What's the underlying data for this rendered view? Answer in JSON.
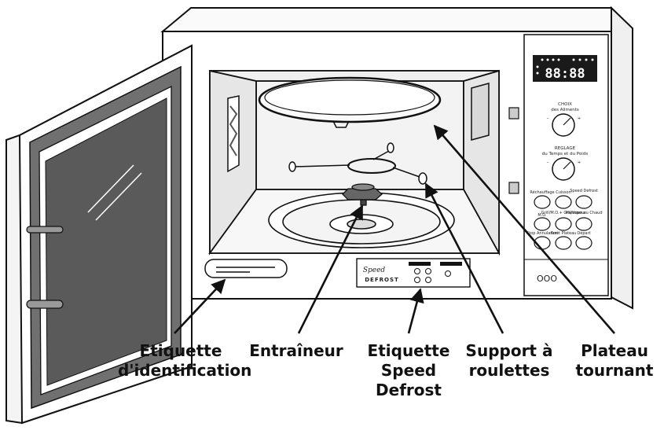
{
  "labels": {
    "etiquette_identification": [
      "Etiquette",
      "d'identification"
    ],
    "entraineur": [
      "Entraîneur"
    ],
    "etiquette_speed_defrost": [
      "Etiquette",
      "Speed",
      "Defrost"
    ],
    "support_roulettes": [
      "Support à",
      "roulettes"
    ],
    "plateau_tournant": [
      "Plateau",
      "tournant"
    ]
  },
  "panel": {
    "knob1_label": [
      "CHOIX",
      "des Aliments"
    ],
    "knob2_label": [
      "REGLAGE",
      "du Temps et du Poids"
    ],
    "buttons": [
      "Réchauffage",
      "Cuisson",
      "Speed Defrost",
      "M.O.",
      "Grill/M.O.+ Gril/Vapeur",
      "Maintien au Chaud",
      "Stop Annulation",
      "Arrêt Plateau",
      "Départ"
    ],
    "display": "88:88",
    "status_leds": "OOO"
  },
  "sticker": {
    "logo_word": "DEFROST",
    "logo_script": "Speed"
  },
  "colors": {
    "line": "#111111",
    "interior": "#f3f3f3",
    "display_bg": "#1a1a1a",
    "display_fg": "#ffffff",
    "window": "#5a5a5a"
  }
}
